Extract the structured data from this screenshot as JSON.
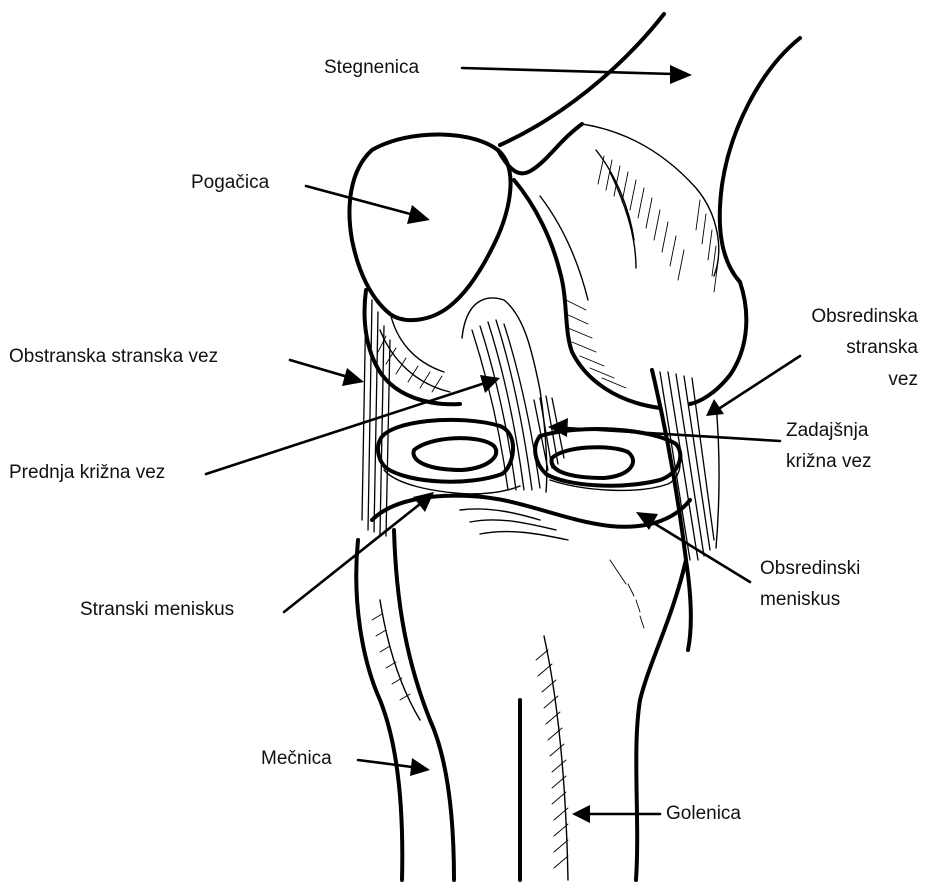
{
  "labels": {
    "femur": "Stegnenica",
    "patella": "Pogačica",
    "lcl": "Obstranska stranska vez",
    "mcl_1": "Obsredinska",
    "mcl_2": "stranska",
    "mcl_3": "vez",
    "acl": "Prednja križna vez",
    "pcl_1": "Zadajšnja",
    "pcl_2": "križna vez",
    "lateral_meniscus": "Stranski meniskus",
    "medial_meniscus_1": "Obsredinski",
    "medial_meniscus_2": "meniskus",
    "fibula": "Mečnica",
    "tibia": "Golenica"
  },
  "colors": {
    "ink": "#000000",
    "background": "#ffffff"
  }
}
